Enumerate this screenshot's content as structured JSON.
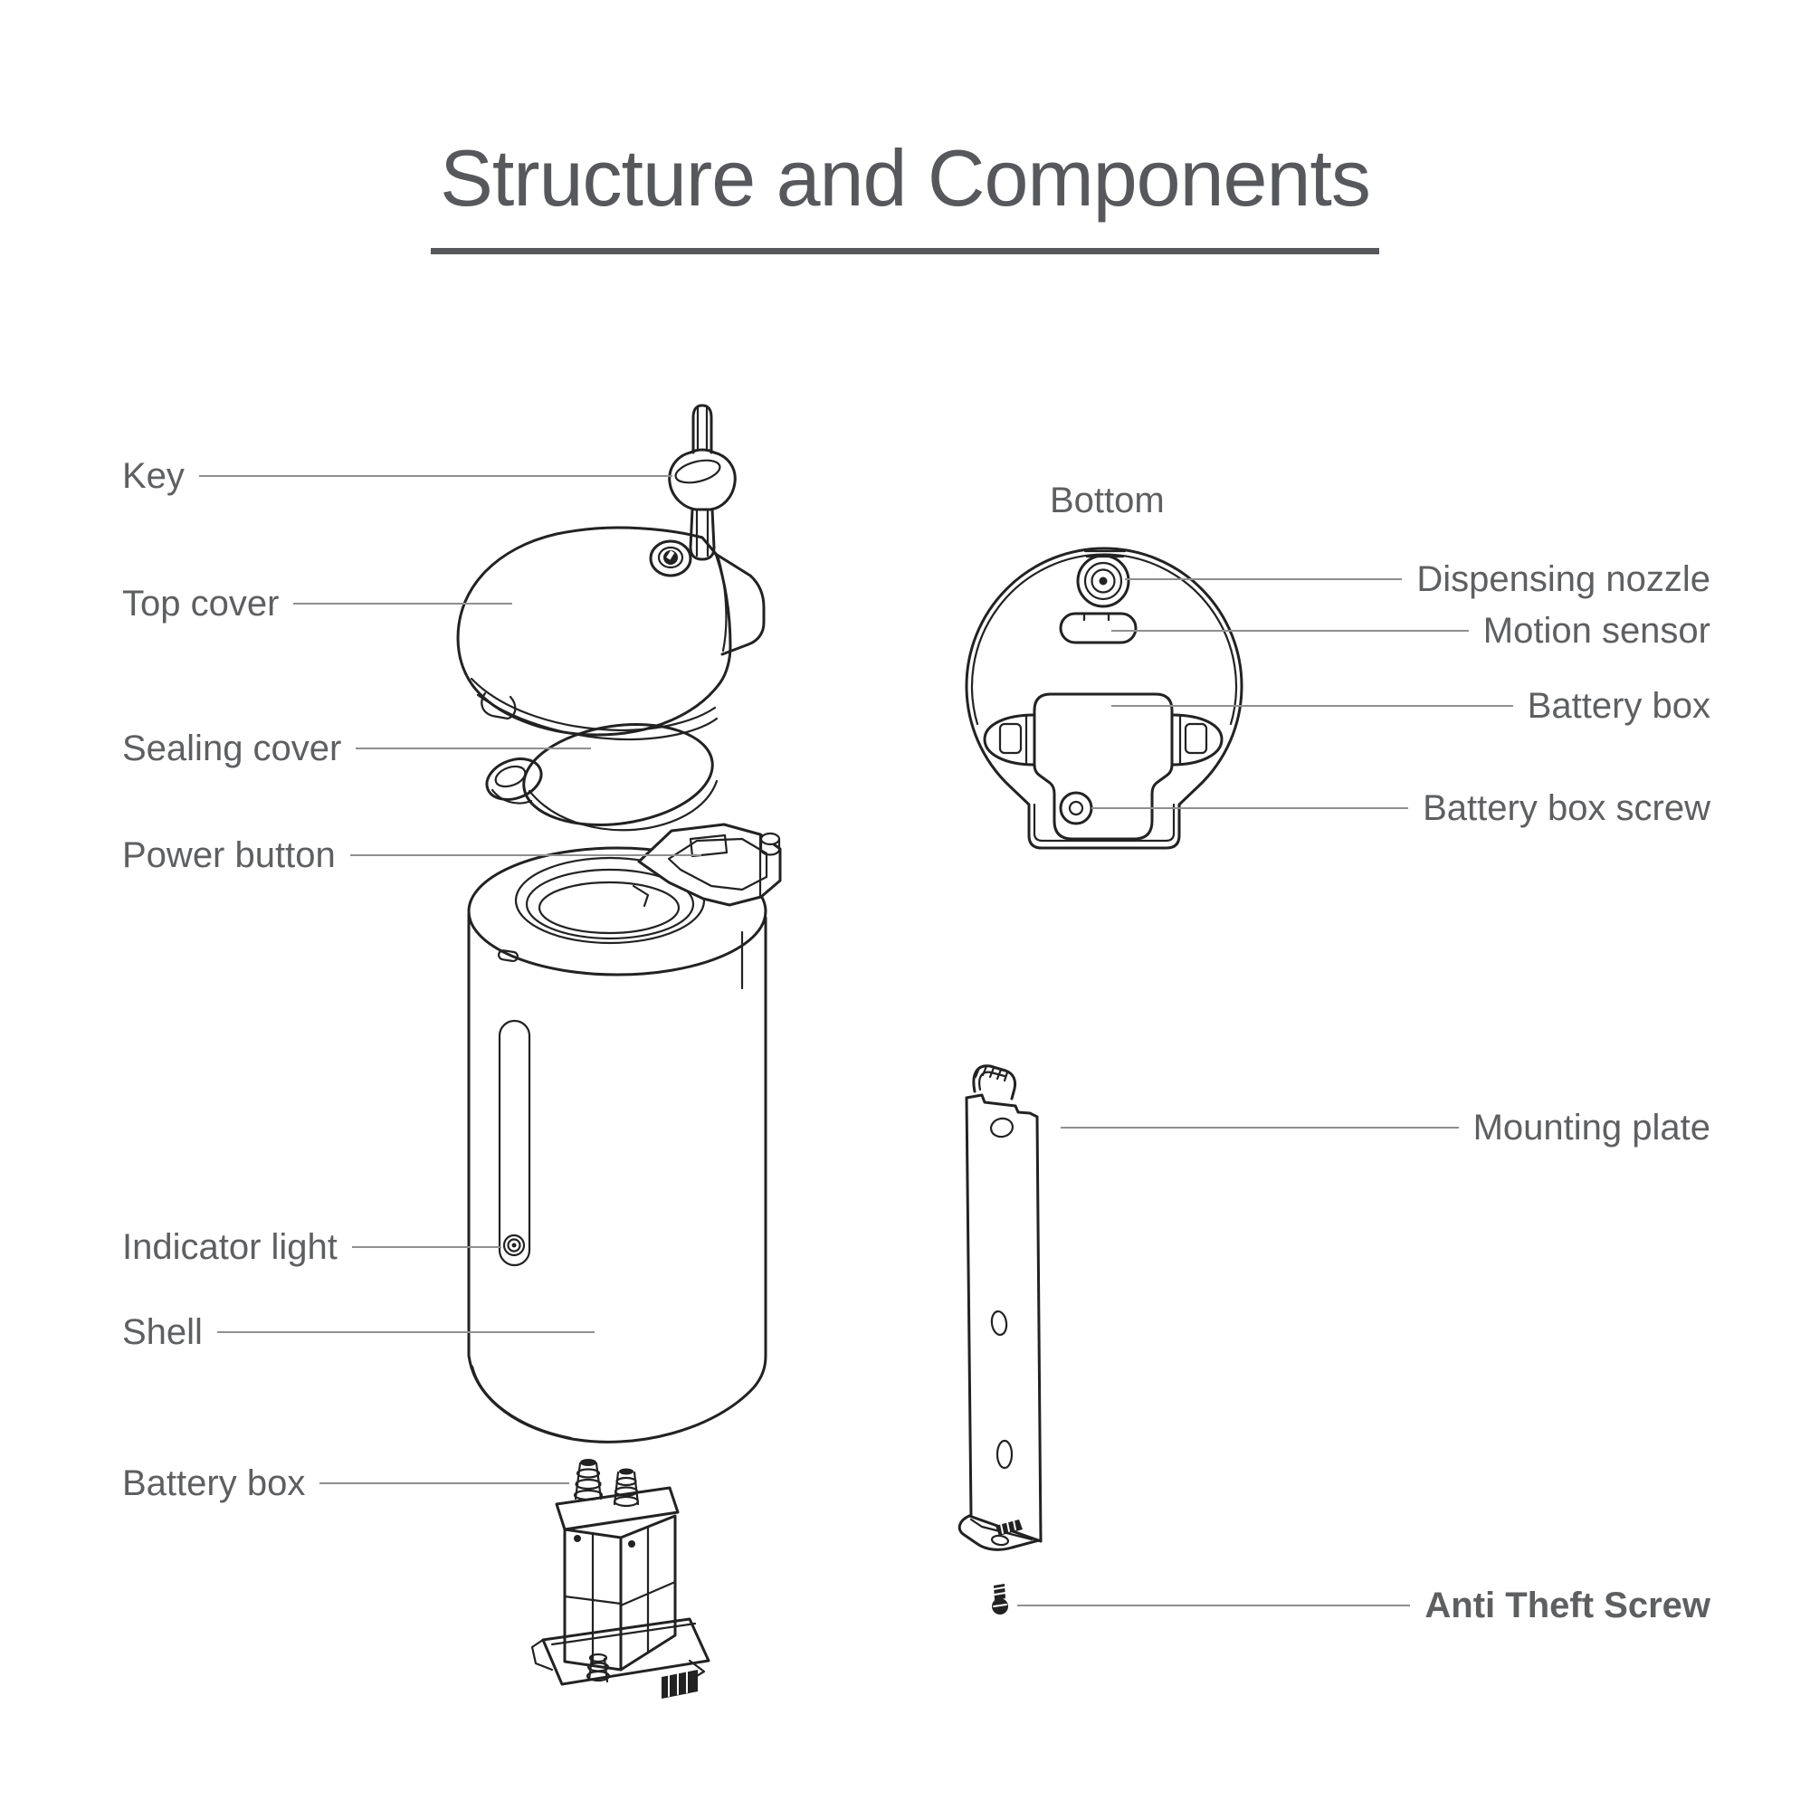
{
  "title": "Structure and Components",
  "colors": {
    "ink": "#222222",
    "label": "#5e5f61",
    "leader": "#8f8f8f",
    "title": "#57585b"
  },
  "exploded_view": {
    "labels": {
      "key": "Key",
      "top_cover": "Top cover",
      "sealing_cover": "Sealing cover",
      "power_button": "Power button",
      "indicator_light": "Indicator light",
      "shell": "Shell",
      "battery_box": "Battery box"
    }
  },
  "bottom_view": {
    "heading": "Bottom",
    "labels": {
      "dispensing_nozzle": "Dispensing nozzle",
      "motion_sensor": "Motion sensor",
      "battery_box": "Battery box",
      "battery_box_screw": "Battery box screw"
    }
  },
  "mounting": {
    "labels": {
      "mounting_plate": "Mounting plate",
      "anti_theft_screw": "Anti Theft Screw"
    }
  }
}
